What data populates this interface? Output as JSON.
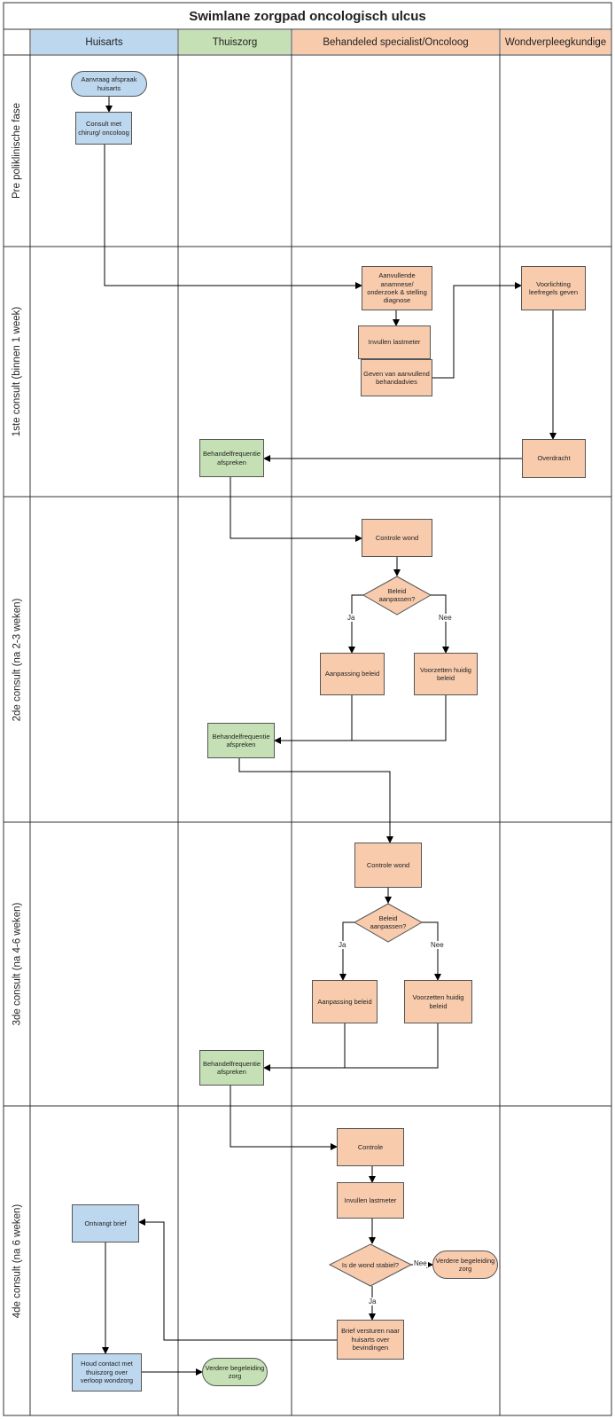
{
  "title": "Swimlane zorgpad oncologisch ulcus",
  "lanes": [
    "Huisarts",
    "Thuiszorg",
    "Behandeled specialist/Oncoloog",
    "Wondverpleegkundige"
  ],
  "phases": [
    "Pre poliklinische fase",
    "1ste consult (binnen 1 week)",
    "2de consult (na 2-3 weken)",
    "3de consult (na 4-6 weken)",
    "4de consult (na 6 weken)"
  ],
  "nodes": {
    "aanvraag": "Aanvraag afspraak huisarts",
    "consult_chirurg": "Consult met chirurg/ oncoloog",
    "aanvullende": "Aanvullende anamnese/ onderzoek & stelling diagnose",
    "invullen1": "Invullen lastmeter",
    "geven": "Geven van aanvullend behandadvies",
    "voorlichting": "Voorlichting leefregels geven",
    "overdracht": "Overdracht",
    "behandel1": "Behandelfrequentie afspreken",
    "controle2": "Controle wond",
    "beleid2": "Beleid aanpassen?",
    "aanpassing2": "Aanpassing beleid",
    "voortzetten2": "Voorzetten huidig beleid",
    "behandel2": "Behandelfrequentie afspreken",
    "controle3": "Controle wond",
    "beleid3": "Beleid aanpassen?",
    "aanpassing3": "Aanpassing beleid",
    "voortzetten3": "Voorzetten huidig beleid",
    "behandel3": "Behandelfrequentie afspreken",
    "controle4": "Controle",
    "invullen4": "Invullen lastmeter",
    "stabiel": "Is de wond stabiel?",
    "verdere1": "Verdere begeleiding zorg",
    "brief": "Brief versturen naar huisarts over bevindingen",
    "ontvangt": "Ontvangt brief",
    "houd": "Houd contact met thuiszorg over verloop wondzorg",
    "verdere2": "Verdere begeleiding zorg"
  },
  "edge_labels": {
    "ja2": "Ja",
    "nee2": "Nee",
    "ja3": "Ja",
    "nee3": "Nee",
    "nee4": "Nee",
    "ja4": "Ja"
  },
  "colors": {
    "huisarts": "#bdd7ee",
    "thuiszorg": "#c5e0b4",
    "specialist": "#f8cbad",
    "border": "#555555"
  }
}
